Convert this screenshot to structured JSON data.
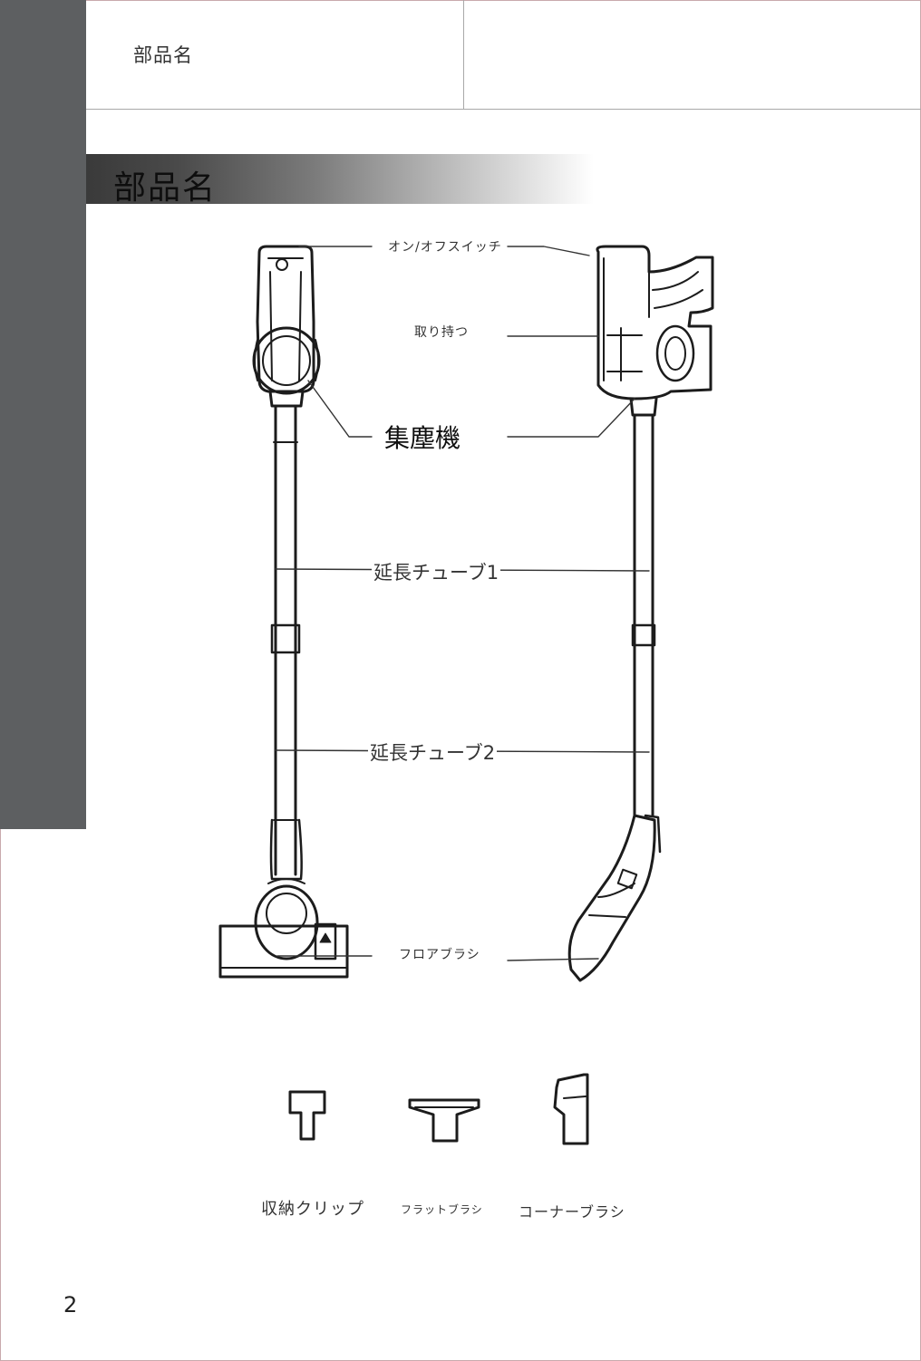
{
  "header": {
    "title": "部品名"
  },
  "section": {
    "title": "部品名"
  },
  "parts": {
    "switch": "オン/オフスイッチ",
    "handle": "取り持つ",
    "collector": "集塵機",
    "tube1": "延長チューブ1",
    "tube2": "延長チューブ2",
    "floor_brush": "フロアブラシ"
  },
  "accessories": {
    "clip": "収納クリップ",
    "flat_brush": "フラットブラシ",
    "corner_brush": "コーナーブラシ"
  },
  "page_number": "2"
}
